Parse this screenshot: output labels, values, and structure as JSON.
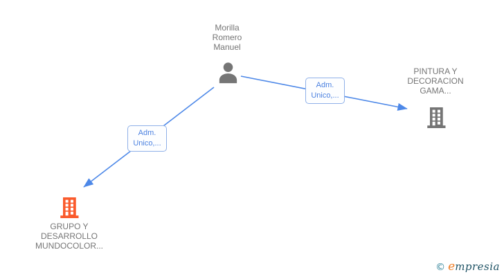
{
  "diagram": {
    "nodes": [
      {
        "id": "person-morilla",
        "type": "person",
        "lines": {
          "0": "Morilla",
          "1": "Romero",
          "2": "Manuel"
        },
        "icon": "person-icon",
        "color": "#757575"
      },
      {
        "id": "company-pintura",
        "type": "company",
        "lines": {
          "0": "PINTURA Y",
          "1": "DECORACION",
          "2": "GAMA..."
        },
        "icon": "building-icon",
        "color": "#757575"
      },
      {
        "id": "company-grupo",
        "type": "company",
        "lines": {
          "0": "GRUPO Y",
          "1": "DESARROLLO",
          "2": "MUNDOCOLOR..."
        },
        "icon": "building-icon",
        "color": "#fa5b2d"
      }
    ],
    "edges": [
      {
        "from": "person-morilla",
        "to": "company-pintura",
        "label_lines": {
          "0": "Adm.",
          "1": "Unico,..."
        }
      },
      {
        "from": "person-morilla",
        "to": "company-grupo",
        "label_lines": {
          "0": "Adm.",
          "1": "Unico,..."
        }
      }
    ]
  },
  "colors": {
    "edge_blue": "#4d88e8",
    "edge_label_text": "#4a80e0",
    "edge_label_border": "#8fb0e8",
    "node_gray": "#757575",
    "node_orange": "#fa5b2d",
    "node_label_text": "#757575",
    "logo_teal": "#2a7f96",
    "logo_orange": "#ef7e26",
    "logo_dark_teal": "#1d5163"
  },
  "watermark": {
    "copyright_symbol": "©",
    "brand_initial": "e",
    "brand_rest": "mpresia"
  }
}
